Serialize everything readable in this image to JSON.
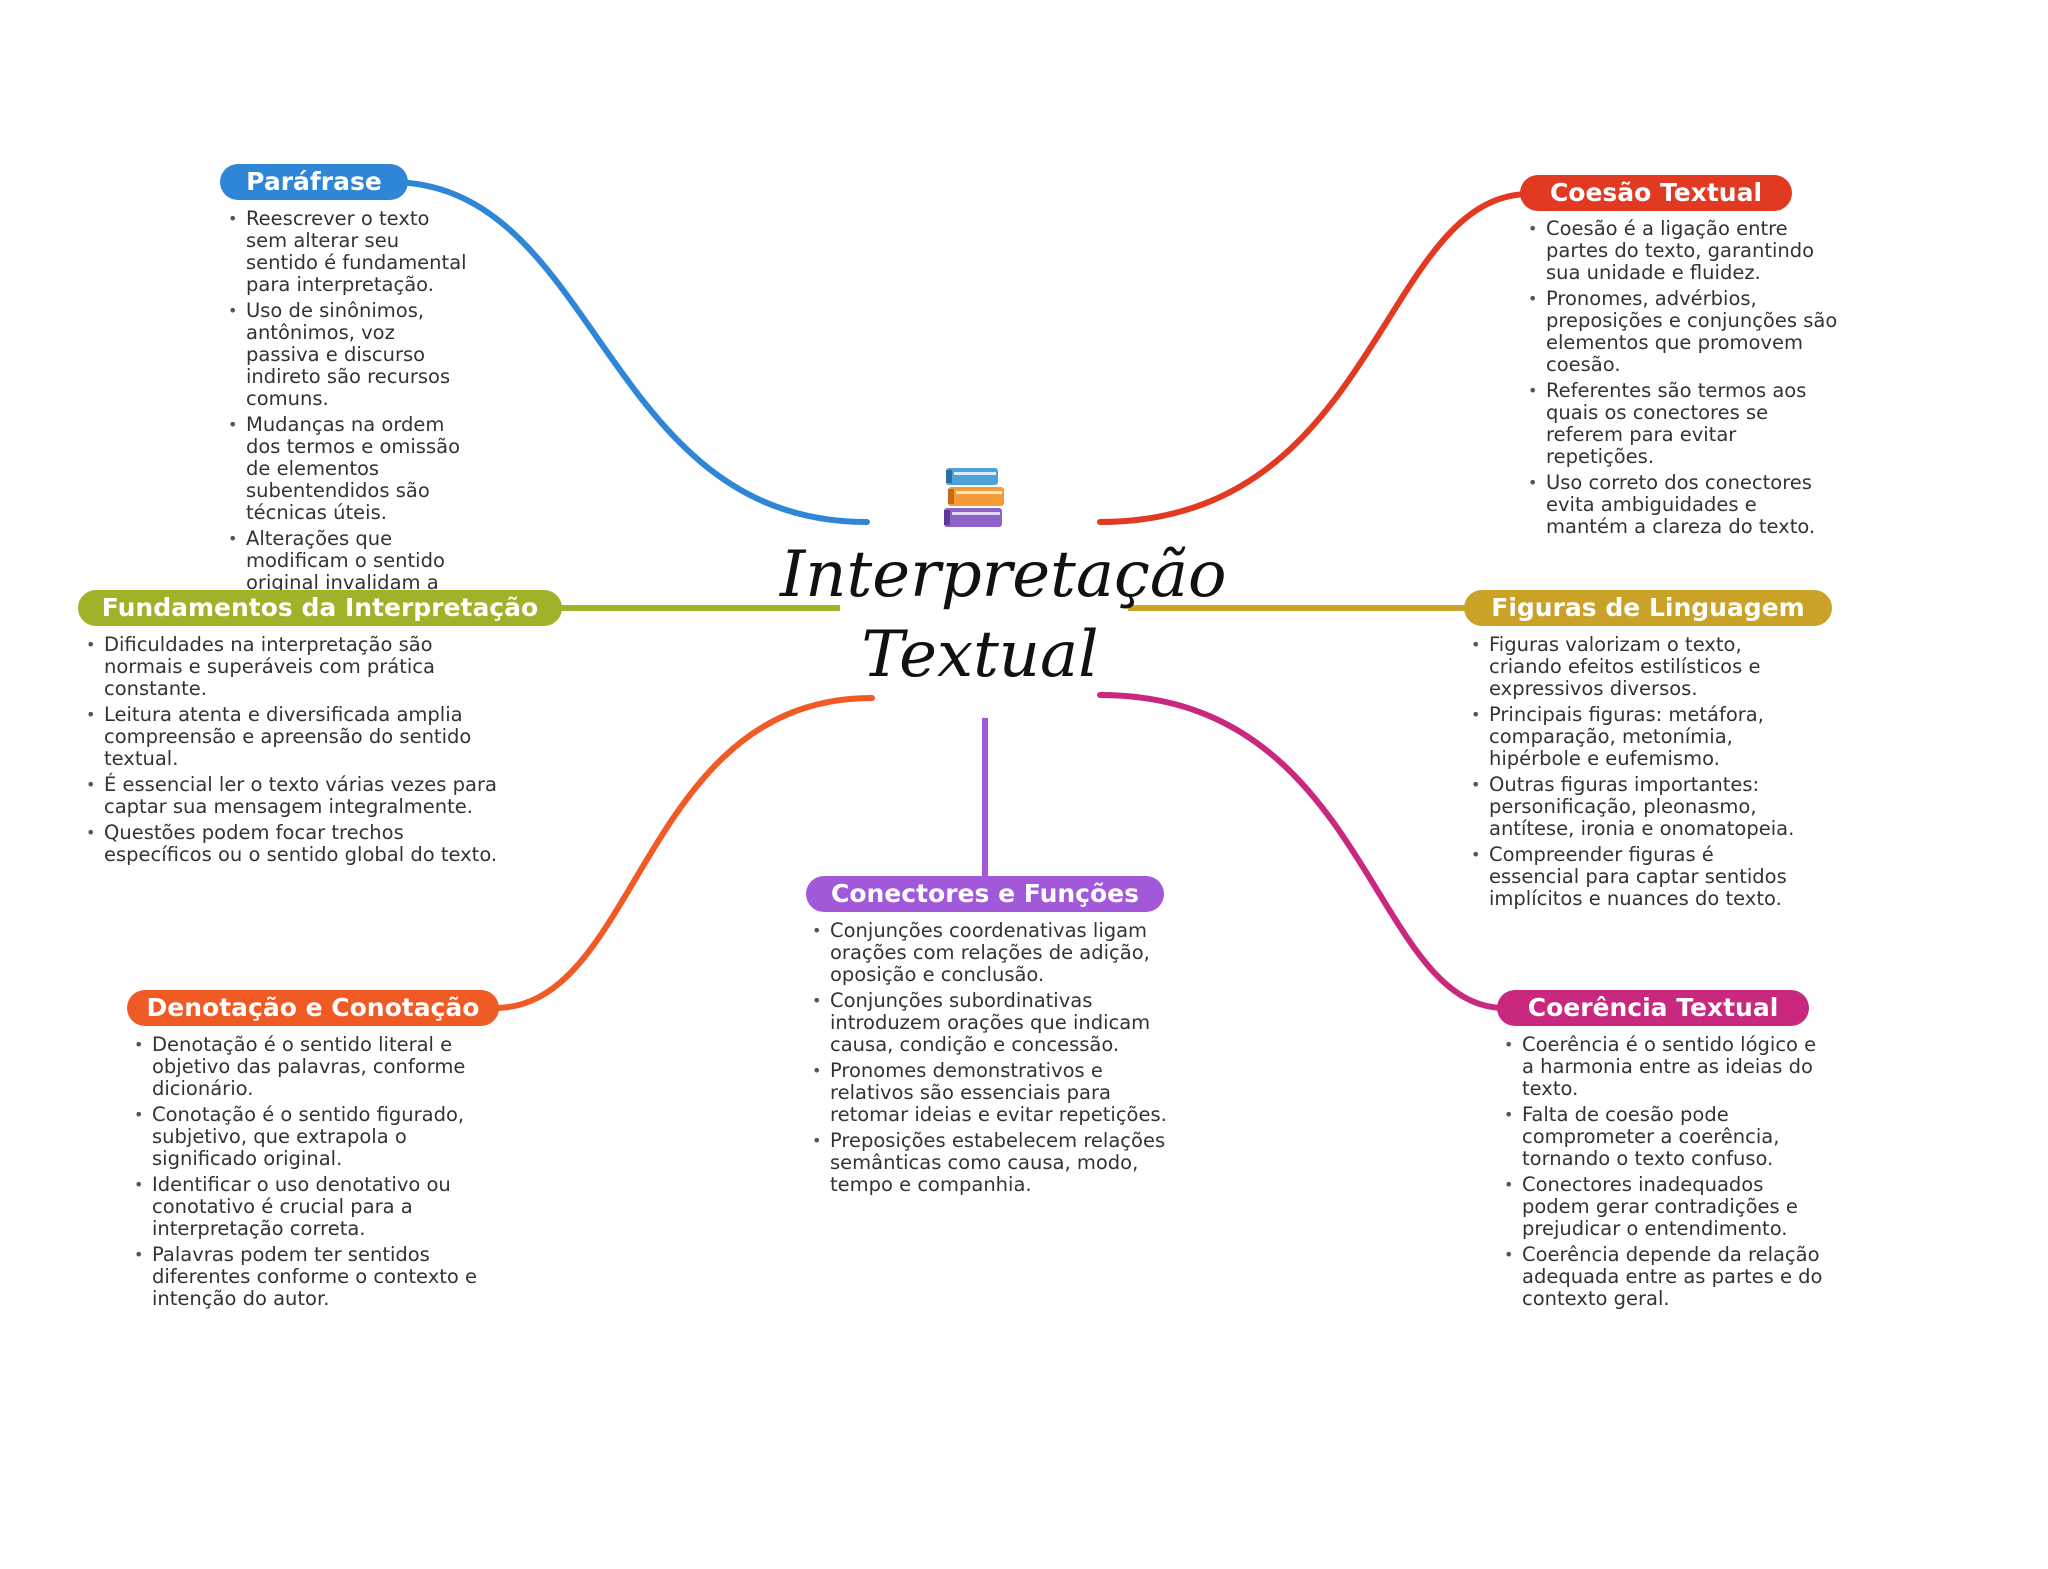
{
  "central": {
    "title_line1": "Interpretação",
    "title_line2": "Textual",
    "icon": "books-icon"
  },
  "branches": {
    "parafrase": {
      "title": "Paráfrase",
      "color": "#2F86D6",
      "points": [
        "Reescrever o texto sem alterar seu sentido é fundamental para interpretação.",
        "Uso de sinônimos, antônimos, voz passiva e discurso indireto são recursos comuns.",
        "Mudanças na ordem dos termos e omissão de elementos subentendidos são técnicas úteis.",
        "Alterações que modificam o sentido original invalidam a paráfrase correta."
      ]
    },
    "fundamentos": {
      "title": "Fundamentos da Interpretação",
      "color": "#A2B12A",
      "points": [
        "Dificuldades na interpretação são normais e superáveis com prática constante.",
        "Leitura atenta e diversificada amplia compreensão e apreensão do sentido textual.",
        "É essencial ler o texto várias vezes para captar sua mensagem integralmente.",
        "Questões podem focar trechos específicos ou o sentido global do texto."
      ]
    },
    "denotacao": {
      "title": "Denotação e Conotação",
      "color": "#F05A24",
      "points": [
        "Denotação é o sentido literal e objetivo das palavras, conforme dicionário.",
        "Conotação é o sentido figurado, subjetivo, que extrapola o significado original.",
        "Identificar o uso denotativo ou conotativo é crucial para a interpretação correta.",
        "Palavras podem ter sentidos diferentes conforme o contexto e intenção do autor."
      ]
    },
    "conectores": {
      "title": "Conectores e Funções",
      "color": "#A259D9",
      "points": [
        "Conjunções coordenativas ligam orações com relações de adição, oposição e conclusão.",
        "Conjunções subordinativas introduzem orações que indicam causa, condição e concessão.",
        "Pronomes demonstrativos e relativos são essenciais para retomar ideias e evitar repetições.",
        "Preposições estabelecem relações semânticas como causa, modo, tempo e companhia."
      ]
    },
    "coesao": {
      "title": "Coesão Textual",
      "color": "#E23A22",
      "points": [
        "Coesão é a ligação entre partes do texto, garantindo sua unidade e fluidez.",
        "Pronomes, advérbios, preposições e conjunções são elementos que promovem coesão.",
        "Referentes são termos aos quais os conectores se referem para evitar repetições.",
        "Uso correto dos conectores evita ambiguidades e mantém a clareza do texto."
      ]
    },
    "figuras": {
      "title": "Figuras de Linguagem",
      "color": "#C9A227",
      "points": [
        "Figuras valorizam o texto, criando efeitos estilísticos e expressivos diversos.",
        "Principais figuras: metáfora, comparação, metonímia, hipérbole e eufemismo.",
        "Outras figuras importantes: personificação, pleonasmo, antítese, ironia e onomatopeia.",
        "Compreender figuras é essencial para captar sentidos implícitos e nuances do texto."
      ]
    },
    "coerencia": {
      "title": "Coerência Textual",
      "color": "#C8287E",
      "points": [
        "Coerência é o sentido lógico e a harmonia entre as ideias do texto.",
        "Falta de coesão pode comprometer a coerência, tornando o texto confuso.",
        "Conectores inadequados podem gerar contradições e prejudicar o entendimento.",
        "Coerência depende da relação adequada entre as partes e do contexto geral."
      ]
    }
  }
}
